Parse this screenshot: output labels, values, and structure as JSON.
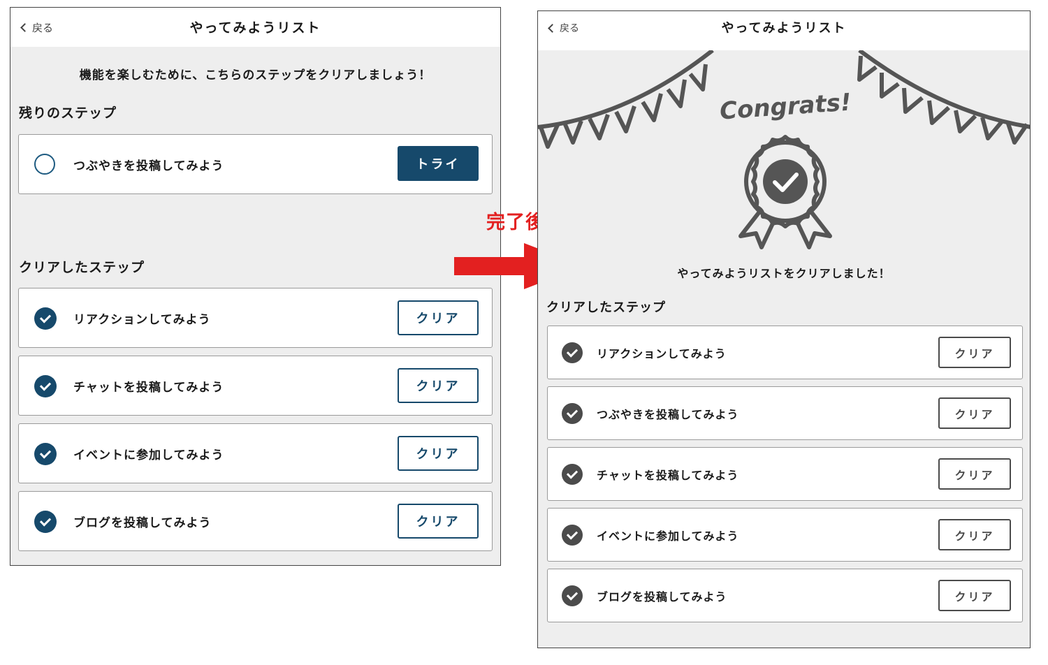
{
  "left_screen": {
    "back_label": "戻る",
    "title": "やってみようリスト",
    "intro": "機能を楽しむために、こちらのステップをクリアしましょう！",
    "remaining_heading": "残りのステップ",
    "remaining": [
      {
        "label": "つぶやきを投稿してみよう",
        "button": "トライ"
      }
    ],
    "cleared_heading": "クリアしたステップ",
    "cleared": [
      {
        "label": "リアクションしてみよう",
        "button": "クリア"
      },
      {
        "label": "チャットを投稿してみよう",
        "button": "クリア"
      },
      {
        "label": "イベントに参加してみよう",
        "button": "クリア"
      },
      {
        "label": "ブログを投稿してみよう",
        "button": "クリア"
      }
    ]
  },
  "transition": {
    "label": "完了後",
    "color": "#e32020"
  },
  "right_screen": {
    "back_label": "戻る",
    "title": "やってみようリスト",
    "congrats_text": "Congrats!",
    "completion_message": "やってみようリストをクリアしました！",
    "cleared_heading": "クリアしたステップ",
    "cleared": [
      {
        "label": "リアクションしてみよう",
        "button": "クリア"
      },
      {
        "label": "つぶやきを投稿してみよう",
        "button": "クリア"
      },
      {
        "label": "チャットを投稿してみよう",
        "button": "クリア"
      },
      {
        "label": "イベントに参加してみよう",
        "button": "クリア"
      },
      {
        "label": "ブログを投稿してみよう",
        "button": "クリア"
      }
    ]
  },
  "colors": {
    "accent": "#16496b",
    "completed_gray": "#4b4b4b",
    "panel_bg": "#eeeeee"
  },
  "icons": [
    "chevron-left-icon",
    "empty-circle-icon",
    "check-circle-icon",
    "bunting-banner-icon",
    "award-badge-icon",
    "arrow-right-icon"
  ]
}
